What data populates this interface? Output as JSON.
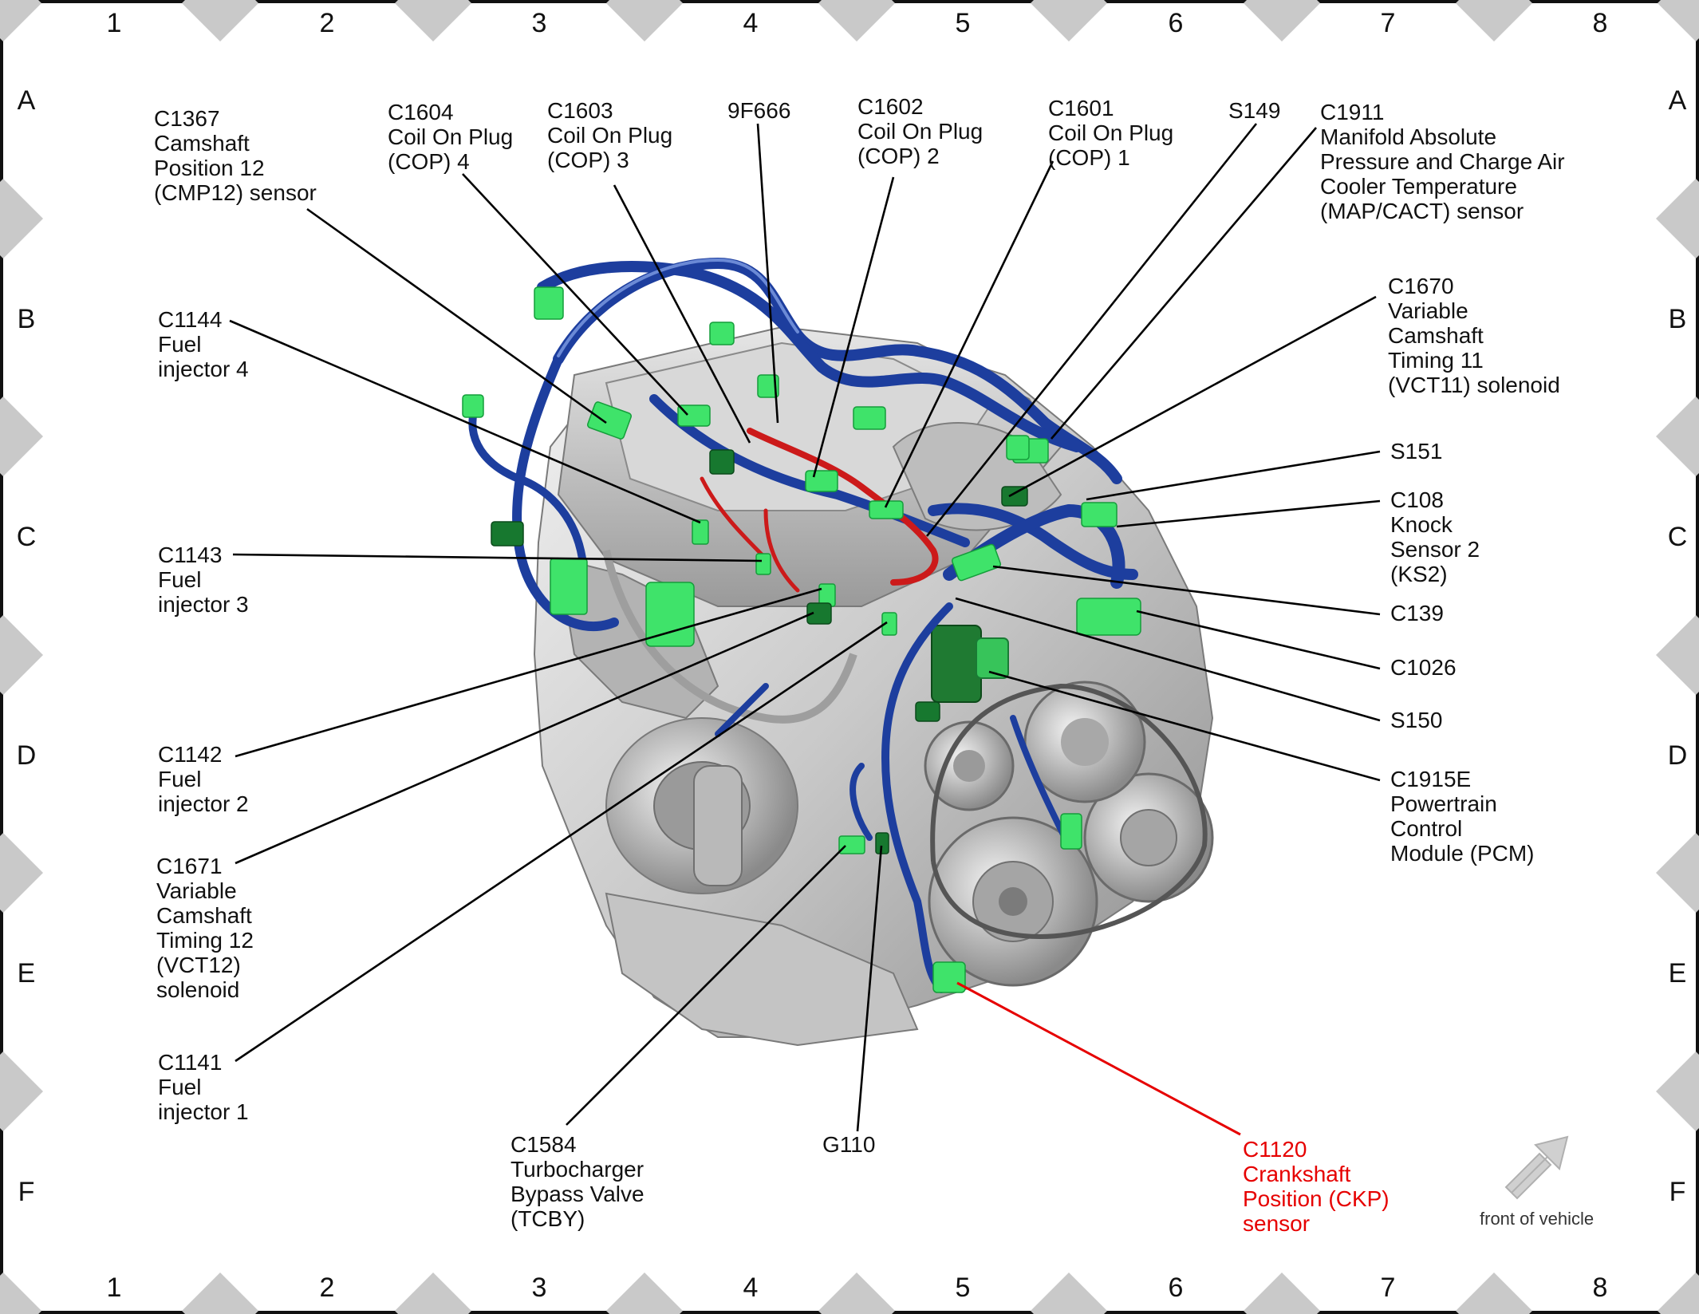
{
  "grid": {
    "columns": [
      "1",
      "2",
      "3",
      "4",
      "5",
      "6",
      "7",
      "8"
    ],
    "rows": [
      "A",
      "B",
      "C",
      "D",
      "E",
      "F"
    ]
  },
  "callouts": [
    {
      "id": "c1367",
      "lines": [
        "C1367",
        "Camshaft",
        "Position 12",
        "(CMP12) sensor"
      ]
    },
    {
      "id": "c1604",
      "lines": [
        "C1604",
        "Coil On Plug",
        "(COP) 4"
      ]
    },
    {
      "id": "c1603",
      "lines": [
        "C1603",
        "Coil On Plug",
        "(COP) 3"
      ]
    },
    {
      "id": "9f666",
      "lines": [
        "9F666"
      ]
    },
    {
      "id": "c1602",
      "lines": [
        "C1602",
        "Coil On Plug",
        "(COP) 2"
      ]
    },
    {
      "id": "c1601",
      "lines": [
        "C1601",
        "Coil On Plug",
        "(COP) 1"
      ]
    },
    {
      "id": "s149",
      "lines": [
        "S149"
      ]
    },
    {
      "id": "c1911",
      "lines": [
        "C1911",
        "Manifold Absolute",
        "Pressure and Charge Air",
        "Cooler Temperature",
        "(MAP/CACT) sensor"
      ]
    },
    {
      "id": "c1144",
      "lines": [
        "C1144",
        "Fuel",
        "injector 4"
      ]
    },
    {
      "id": "c1670",
      "lines": [
        "C1670",
        "Variable",
        "Camshaft",
        "Timing 11",
        "(VCT11) solenoid"
      ]
    },
    {
      "id": "s151",
      "lines": [
        "S151"
      ]
    },
    {
      "id": "c108",
      "lines": [
        "C108",
        "Knock",
        "Sensor 2",
        "(KS2)"
      ]
    },
    {
      "id": "c1143",
      "lines": [
        "C1143",
        "Fuel",
        "injector 3"
      ]
    },
    {
      "id": "c139",
      "lines": [
        "C139"
      ]
    },
    {
      "id": "c1026",
      "lines": [
        "C1026"
      ]
    },
    {
      "id": "s150",
      "lines": [
        "S150"
      ]
    },
    {
      "id": "c1142",
      "lines": [
        "C1142",
        "Fuel",
        "injector 2"
      ]
    },
    {
      "id": "c1915e",
      "lines": [
        "C1915E",
        "Powertrain",
        "Control",
        "Module (PCM)"
      ]
    },
    {
      "id": "c1671",
      "lines": [
        "C1671",
        "Variable",
        "Camshaft",
        "Timing 12",
        "(VCT12)",
        "solenoid"
      ]
    },
    {
      "id": "c1141",
      "lines": [
        "C1141",
        "Fuel",
        "injector 1"
      ]
    },
    {
      "id": "c1584",
      "lines": [
        "C1584",
        "Turbocharger",
        "Bypass Valve",
        "(TCBY)"
      ]
    },
    {
      "id": "g110",
      "lines": [
        "G110"
      ]
    },
    {
      "id": "c1120",
      "lines": [
        "C1120",
        "Crankshaft",
        "Position (CKP)",
        "sensor"
      ],
      "highlight": true
    }
  ],
  "orientation": {
    "label": "front of vehicle",
    "icon": "arrow-up-right-icon"
  },
  "colors": {
    "harness": "#1d3e9e",
    "connector": "#3fe36a",
    "highlight": "#e60000",
    "engine": "#c7c7c7"
  }
}
